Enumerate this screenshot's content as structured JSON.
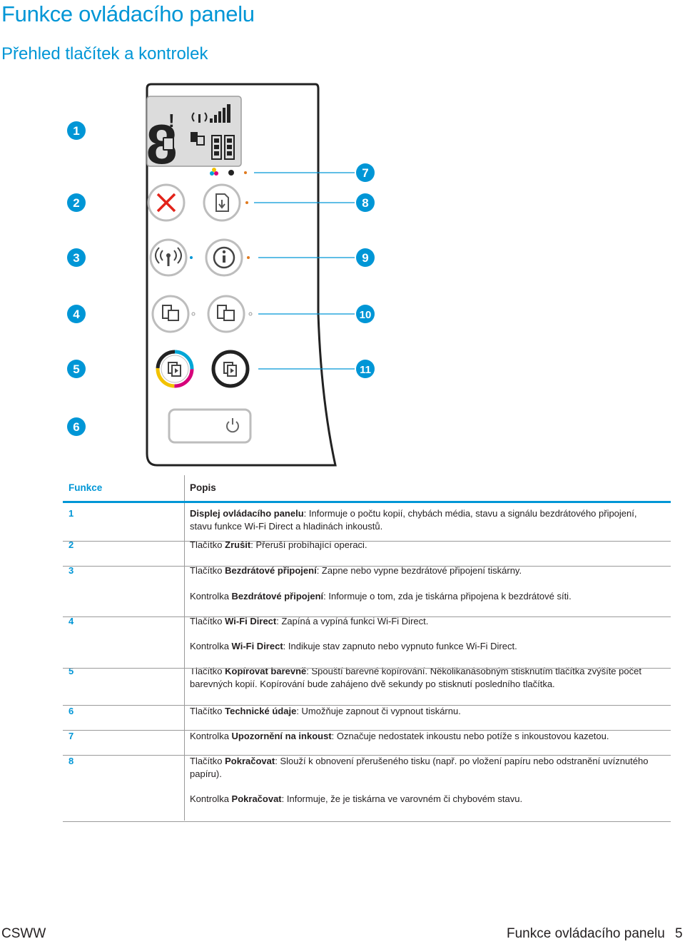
{
  "page": {
    "title": "Funkce ovládacího panelu",
    "subtitle": "Přehled tlačítek a kontrolek"
  },
  "diagram": {
    "callouts": [
      "1",
      "2",
      "3",
      "4",
      "5",
      "6",
      "7",
      "8",
      "9",
      "10",
      "11"
    ],
    "display_digit": "8",
    "display_alert": "!",
    "callout_color": "#0096d6"
  },
  "table": {
    "col1_header": "Funkce",
    "col2_header": "Popis",
    "rows": [
      {
        "num": "1",
        "parts": [
          {
            "b": "Displej ovládacího panelu"
          },
          {
            "t": ": Informuje o počtu kopií, chybách média, stavu a signálu bezdrátového připojení, stavu funkce Wi-Fi Direct a hladinách inkoustů."
          }
        ]
      },
      {
        "num": "2",
        "parts": [
          {
            "t": "Tlačítko "
          },
          {
            "b": "Zrušit"
          },
          {
            "t": ": Přeruší probíhající operaci."
          }
        ]
      },
      {
        "num": "3",
        "parts": [
          {
            "t": "Tlačítko "
          },
          {
            "b": "Bezdrátové připojení"
          },
          {
            "t": ": Zapne nebo vypne bezdrátové připojení tiskárny."
          }
        ]
      },
      {
        "num": "",
        "parts": [
          {
            "t": "Kontrolka "
          },
          {
            "b": "Bezdrátové připojení"
          },
          {
            "t": ": Informuje o tom, zda je tiskárna připojena k bezdrátové síti."
          }
        ]
      },
      {
        "num": "4",
        "parts": [
          {
            "t": "Tlačítko "
          },
          {
            "b": "Wi-Fi Direct"
          },
          {
            "t": ": Zapíná a vypíná funkci Wi-Fi Direct."
          }
        ]
      },
      {
        "num": "",
        "parts": [
          {
            "t": "Kontrolka "
          },
          {
            "b": "Wi-Fi Direct"
          },
          {
            "t": ": Indikuje stav zapnuto nebo vypnuto funkce Wi-Fi Direct."
          }
        ]
      },
      {
        "num": "5",
        "parts": [
          {
            "t": "Tlačítko "
          },
          {
            "b": "Kopírovat barevně"
          },
          {
            "t": ": Spouští barevné kopírování. Několikanásobným stisknutím tlačítka zvýšíte počet barevných kopií. Kopírování bude zahájeno dvě sekundy po stisknutí posledního tlačítka."
          }
        ]
      },
      {
        "num": "6",
        "parts": [
          {
            "t": "Tlačítko "
          },
          {
            "b": "Technické údaje"
          },
          {
            "t": ": Umožňuje zapnout či vypnout tiskárnu."
          }
        ]
      },
      {
        "num": "7",
        "parts": [
          {
            "t": "Kontrolka "
          },
          {
            "b": "Upozornění na inkoust"
          },
          {
            "t": ": Označuje nedostatek inkoustu nebo potíže s inkoustovou kazetou."
          }
        ]
      },
      {
        "num": "8",
        "parts": [
          {
            "t": "Tlačítko "
          },
          {
            "b": "Pokračovat"
          },
          {
            "t": ": Slouží k obnovení přerušeného tisku (např. po vložení papíru nebo odstranění uvíznutého papíru)."
          }
        ]
      },
      {
        "num": "",
        "parts": [
          {
            "t": "Kontrolka "
          },
          {
            "b": "Pokračovat"
          },
          {
            "t": ": Informuje, že je tiskárna ve varovném či chybovém stavu."
          }
        ]
      }
    ]
  },
  "footer": {
    "left": "CSWW",
    "center": "Funkce ovládacího panelu",
    "page_number": "5"
  }
}
